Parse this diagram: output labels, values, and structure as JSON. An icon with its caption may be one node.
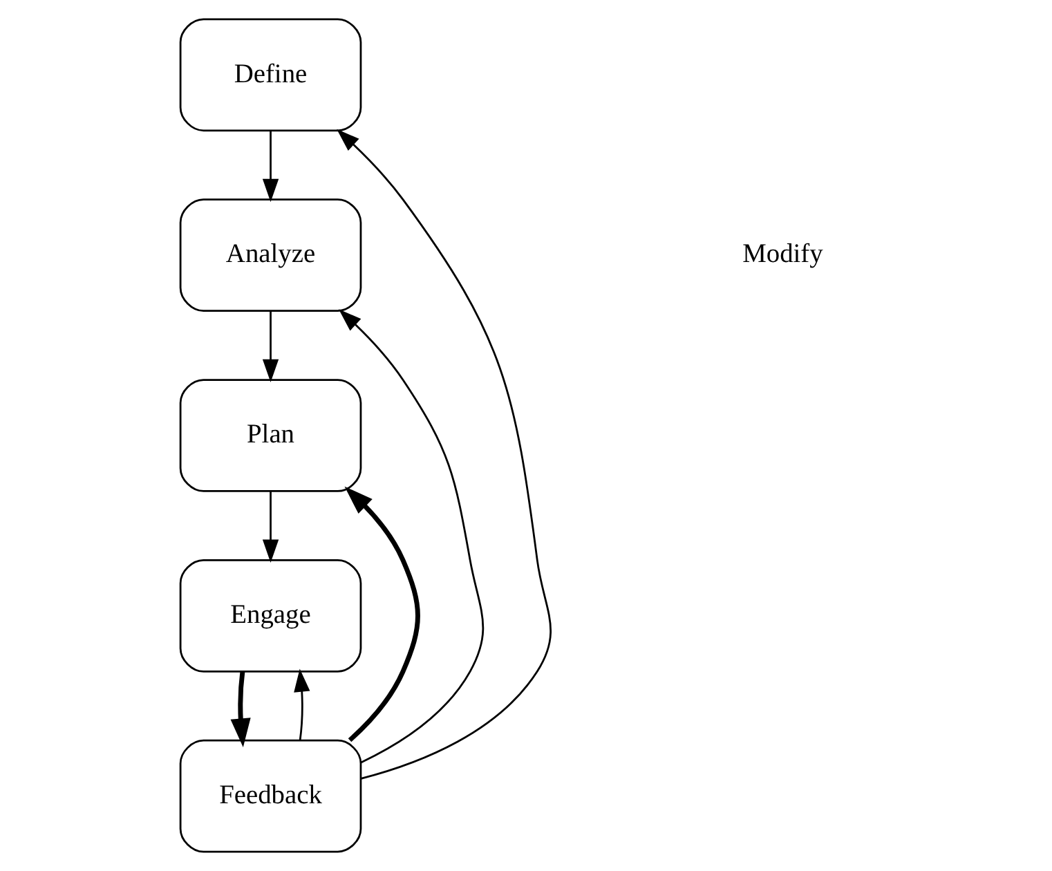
{
  "diagram": {
    "nodes": [
      {
        "text": [
          "Define"
        ]
      },
      {
        "text": [
          "Analyze"
        ]
      },
      {
        "text": [
          "Plan"
        ]
      },
      {
        "text": [
          "Engage"
        ]
      },
      {
        "text": [
          "Feedback"
        ]
      }
    ],
    "edges": [
      {
        "from": 0,
        "to": 1,
        "arrow": "to"
      },
      {
        "from": 1,
        "to": 2,
        "arrow": "to"
      },
      {
        "from": 2,
        "to": 3,
        "arrow": "to"
      },
      {
        "from": 4,
        "to": 0,
        "arrow": "to"
      },
      {
        "from": 4,
        "to": 1,
        "arrow": "to"
      },
      {
        "from": 4,
        "to": 2,
        "arrow": "to",
        "style": "thick"
      },
      {
        "from": 4,
        "to": 3,
        "arrow": "to"
      },
      {
        "from": 3,
        "to": 4,
        "arrow": "to",
        "style": "thick"
      }
    ],
    "labels": [
      "Modify"
    ]
  }
}
